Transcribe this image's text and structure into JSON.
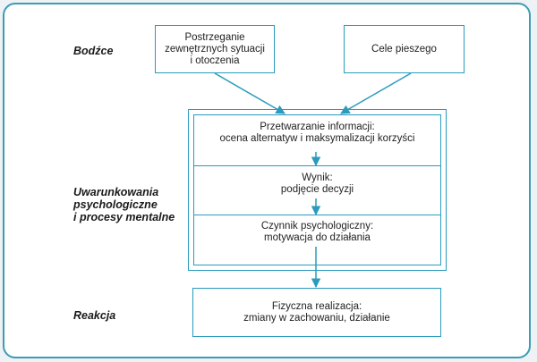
{
  "diagram": {
    "accent_color": "#2a9bbd",
    "frame_color": "#3c9cb6",
    "row_labels": {
      "stimuli": "Bodźce",
      "conditions": [
        "Uwarunkowania",
        "psychologiczne",
        "i procesy mentalne"
      ],
      "reaction": "Reakcja"
    },
    "stimuli_boxes": {
      "perception": [
        "Postrzeganie",
        "zewnętrznych sytuacji",
        "i otoczenia"
      ],
      "goals": [
        "Cele pieszego"
      ]
    },
    "process_steps": [
      {
        "lines": [
          "Przetwarzanie informacji:",
          "ocena alternatyw i maksymalizacji korzyści"
        ]
      },
      {
        "lines": [
          "Wynik:",
          "podjęcie decyzji"
        ]
      },
      {
        "lines": [
          "Czynnik psychologiczny:",
          "motywacja do działania"
        ]
      }
    ],
    "reaction_box": [
      "Fizyczna realizacja:",
      "zmiany w zachowaniu, działanie"
    ],
    "arrows": [
      {
        "from": "perception",
        "to": "process-step-1"
      },
      {
        "from": "goals",
        "to": "process-step-1"
      },
      {
        "from": "process-step-1",
        "to": "process-step-2"
      },
      {
        "from": "process-step-2",
        "to": "process-step-3"
      },
      {
        "from": "process-step-3",
        "to": "reaction-box"
      }
    ]
  }
}
